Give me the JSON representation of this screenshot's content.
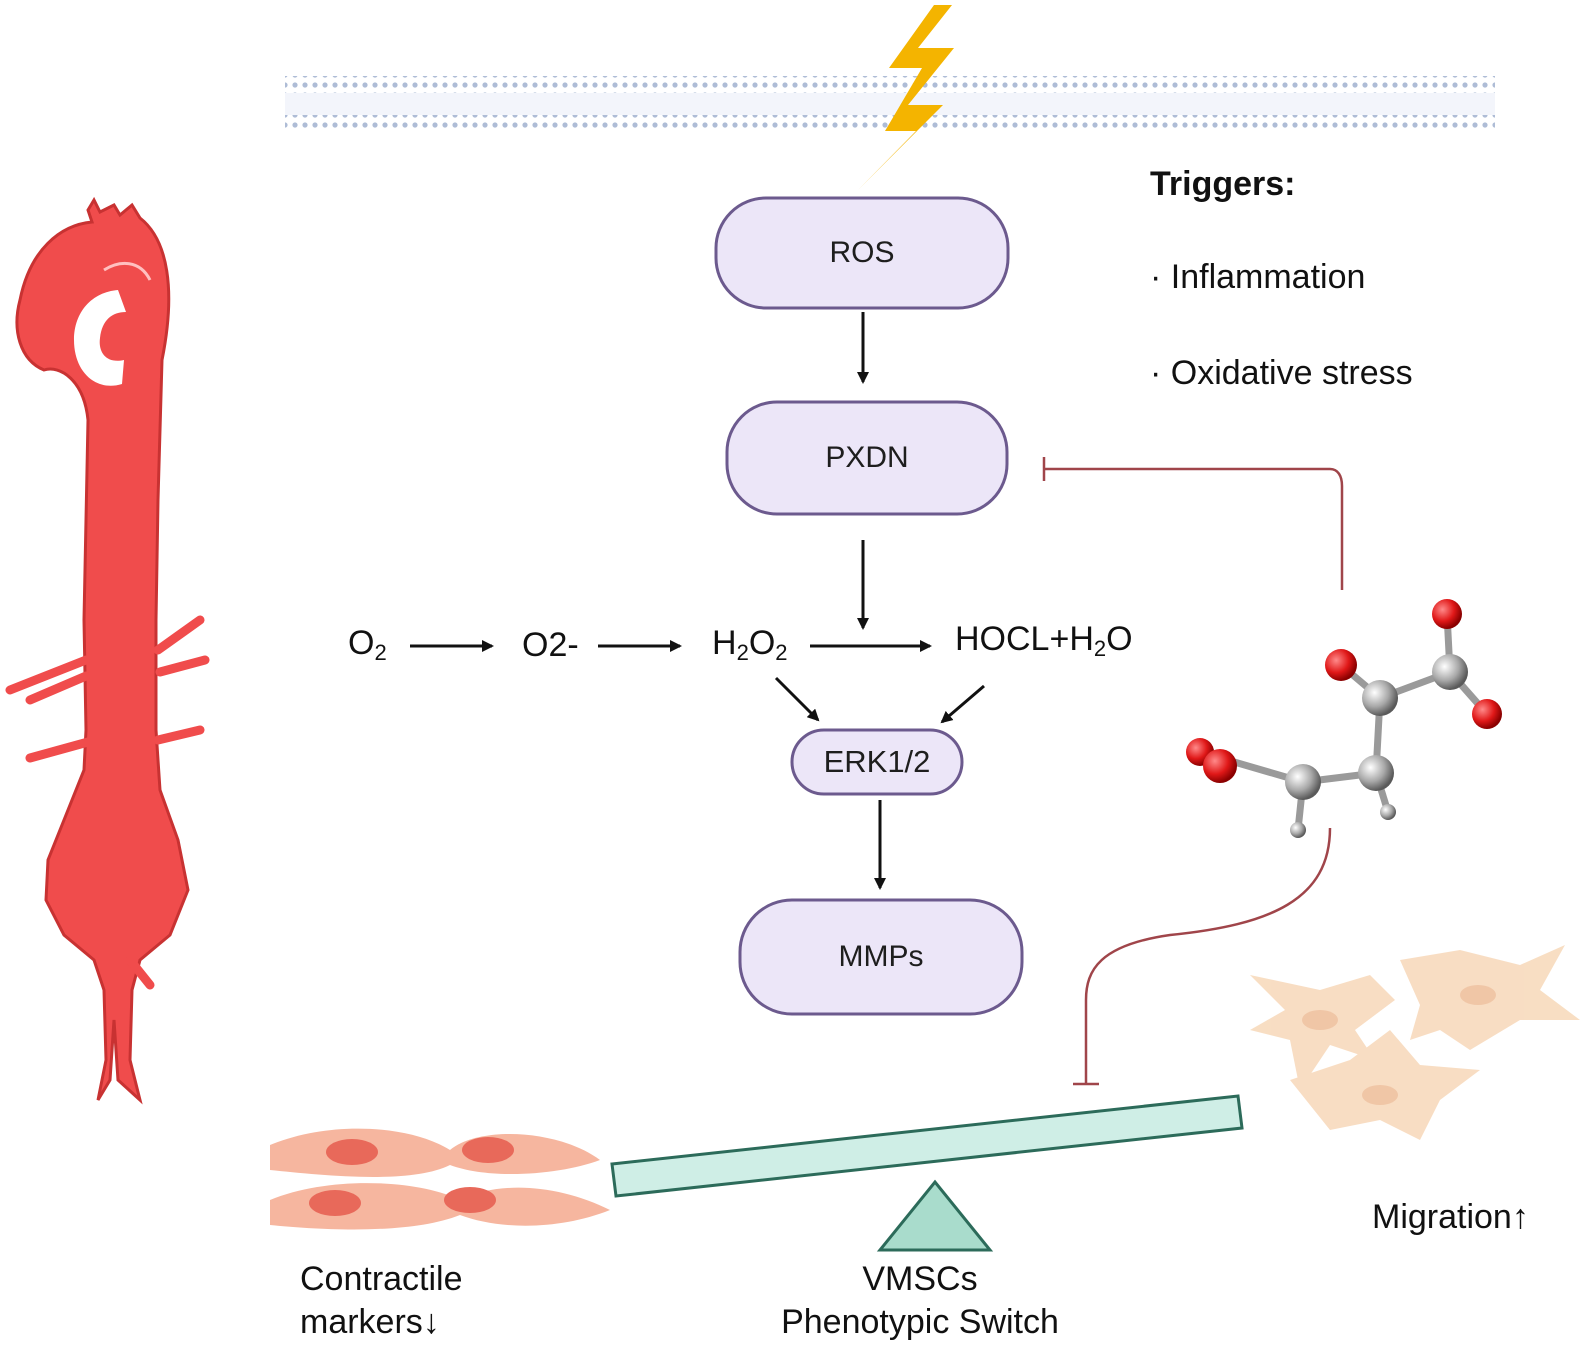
{
  "nodes": {
    "ros": "ROS",
    "pxdn": "PXDN",
    "erk": "ERK1/2",
    "mmps": "MMPs"
  },
  "chemistry": {
    "o2_main": "O",
    "o2_sub": "2",
    "superoxide": "O2-",
    "h2o2_h": "H",
    "h2o2_sub1": "2",
    "h2o2_o": "O",
    "h2o2_sub2": "2",
    "hocl_main": "HOCL+H",
    "hocl_sub": "2",
    "hocl_end": "O"
  },
  "triggers": {
    "title": "Triggers:",
    "items": [
      "· Inflammation",
      "· Oxidative stress"
    ]
  },
  "bottom": {
    "contractile_line1": "Contractile",
    "contractile_line2": "markers↓",
    "vmscs_line1": "VMSCs",
    "vmscs_line2": "Phenotypic Switch",
    "migration": "Migration↑"
  },
  "colors": {
    "node_fill": "#ece6f8",
    "node_stroke": "#6c5a8e",
    "inhibit_line": "#a0454a",
    "aorta": "#f04c4c",
    "lightning": "#f4b400",
    "membrane": "#b7c3dc",
    "seesaw_fill": "#cfeee6",
    "seesaw_stroke": "#2c6b5a",
    "contractile_cell": "#f5a98e",
    "synthetic_cell": "#f8dcc0"
  }
}
